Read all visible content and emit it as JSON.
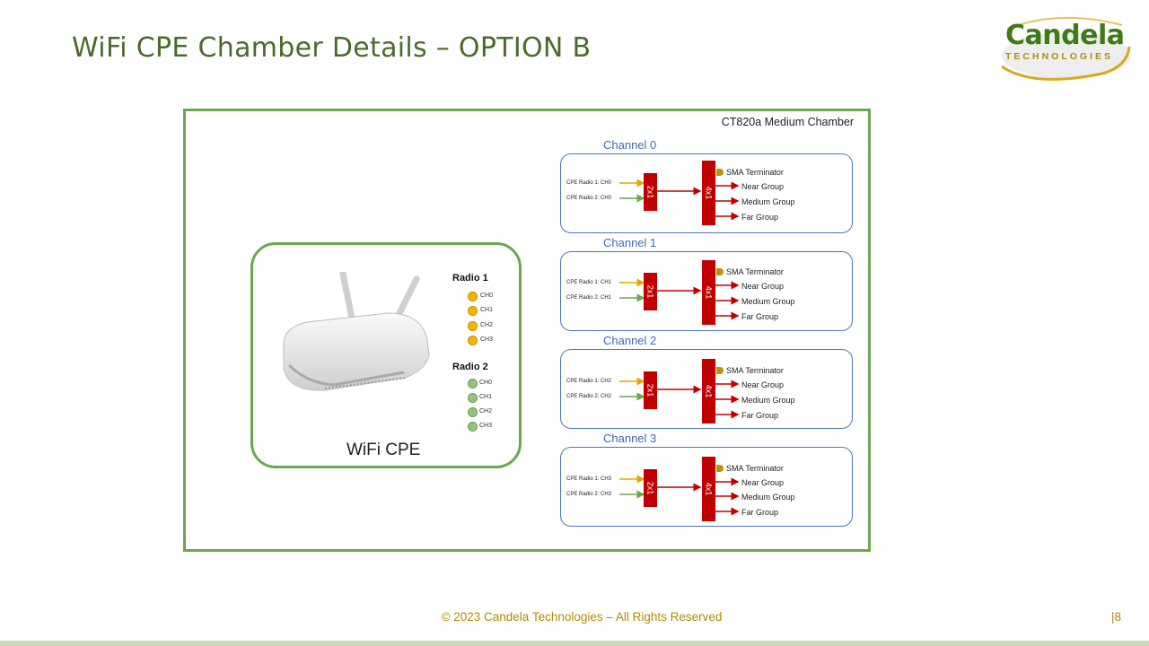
{
  "slide": {
    "title": "WiFi CPE Chamber Details – OPTION B",
    "footer": "© 2023 Candela Technologies – All Rights Reserved",
    "page_number": "|8"
  },
  "logo": {
    "word": "Candela",
    "sub": "TECHNOLOGIES",
    "color": "#3f7a17",
    "accent": "#b08a10"
  },
  "chamber": {
    "label": "CT820a Medium Chamber",
    "border_color": "#6aa84f"
  },
  "cpe": {
    "label": "WiFi CPE",
    "radio1": {
      "label": "Radio 1",
      "channels": [
        "CH0",
        "CH1",
        "CH2",
        "CH3"
      ],
      "color": "#f5b400"
    },
    "radio2": {
      "label": "Radio 2",
      "channels": [
        "CH0",
        "CH1",
        "CH2",
        "CH3"
      ],
      "color": "#93c47d"
    }
  },
  "splitters": {
    "combiner": "2x1",
    "splitter": "4x1",
    "color": "#c00000"
  },
  "outputs": {
    "terminator": "SMA Terminator",
    "near": "Near Group",
    "medium": "Medium Group",
    "far": "Far Group"
  },
  "channels": [
    {
      "title": "Channel 0",
      "in1": "CPE Radio 1: CH0",
      "in2": "CPE Radio 2: CH0"
    },
    {
      "title": "Channel 1",
      "in1": "CPE Radio 1: CH1",
      "in2": "CPE Radio 2: CH1"
    },
    {
      "title": "Channel 2",
      "in1": "CPE Radio 1: CH2",
      "in2": "CPE Radio 2: CH2"
    },
    {
      "title": "Channel 3",
      "in1": "CPE Radio 1: CH3",
      "in2": "CPE Radio 2: CH3"
    }
  ]
}
